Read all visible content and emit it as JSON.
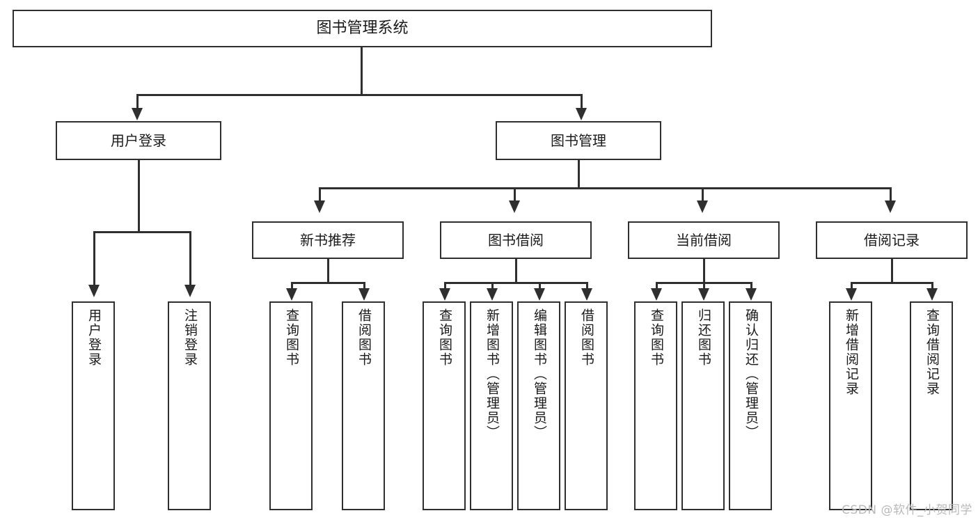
{
  "diagram": {
    "title": "图书管理系统",
    "type": "functional-structure-tree",
    "watermark": "CSDN @软件_小贺同学",
    "colors": {
      "border": "#2f2f2f",
      "fill": "#ffffff",
      "text": "#1a1a1a",
      "watermark": "#b9b9b9"
    },
    "root": {
      "label": "图书管理系统"
    },
    "level2": [
      {
        "label": "用户登录"
      },
      {
        "label": "图书管理"
      }
    ],
    "level3": [
      {
        "label": "新书推荐"
      },
      {
        "label": "图书借阅"
      },
      {
        "label": "当前借阅"
      },
      {
        "label": "借阅记录"
      }
    ],
    "leaves": {
      "user_login": [
        {
          "label": "用户登录"
        },
        {
          "label": "注销登录"
        }
      ],
      "new_book_recommend": [
        {
          "label": "查询图书"
        },
        {
          "label": "借阅图书"
        }
      ],
      "book_borrow": [
        {
          "label": "查询图书"
        },
        {
          "label": "新增图书（管理员）"
        },
        {
          "label": "编辑图书（管理员）"
        },
        {
          "label": "借阅图书"
        }
      ],
      "current_borrow": [
        {
          "label": "查询图书"
        },
        {
          "label": "归还图书"
        },
        {
          "label": "确认归还（管理员）"
        }
      ],
      "borrow_record": [
        {
          "label": "新增借阅记录"
        },
        {
          "label": "查询借阅记录"
        }
      ]
    }
  }
}
